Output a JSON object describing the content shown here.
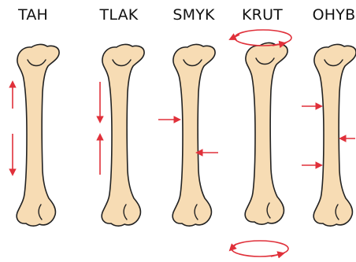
{
  "colors": {
    "bone_fill": "#f7dcb4",
    "bone_outline": "#222222",
    "arrow": "#e0303a",
    "label_text": "#111111"
  },
  "panels": [
    {
      "label": "TAH",
      "load": "tension-arrow-icon"
    },
    {
      "label": "TLAK",
      "load": "compression-arrow-icon"
    },
    {
      "label": "SMYK",
      "load": "shear-arrow-icon"
    },
    {
      "label": "KRUT",
      "load": "torsion-arrow-icon"
    },
    {
      "label": "OHYB",
      "load": "bending-arrow-icon"
    }
  ]
}
